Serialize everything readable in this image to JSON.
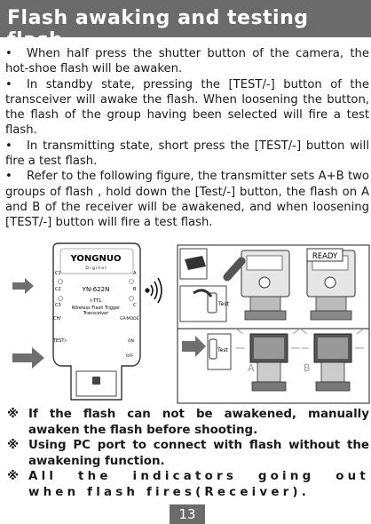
{
  "header": {
    "title": "Flash awaking and testing flash"
  },
  "bullets": [
    {
      "marker": "•",
      "text": "When half press the shutter button of the camera, the hot-shoe flash will be awaken."
    },
    {
      "marker": "•",
      "text": "In standby state, pressing the [TEST/-] button of the transceiver will awake the flash. When loosening the button, the flash of the group having been selected will fire a test flash."
    },
    {
      "marker": "•",
      "text": "In transmitting state, short press the [TEST/-] button will fire a test flash."
    },
    {
      "marker": "•",
      "text": "Refer to the following figure, the transmitter sets A+B two groups of flash , hold down the [Test/-] button, the flash on A and B of the receiver will be awakened, and when loosening [TEST/-] button will fire a test flash."
    }
  ],
  "device": {
    "brand": "YONGNUO",
    "brand_sub": "D i g i t a l",
    "model": "YN-622N",
    "ittl": "I-TTL",
    "desc_line1": "Wireless Flash Trigger",
    "desc_line2": "Transceiver",
    "label_ch": "CH/",
    "label_c2": "C2",
    "label_c3": "C3",
    "label_c1": "C1",
    "label_test": "TEST/-",
    "label_a": "A",
    "label_b": "B",
    "label_c": "C",
    "label_gp": "GP/MODE",
    "label_on": "ON",
    "label_off": "OFF"
  },
  "diagram": {
    "ready": "READY",
    "test1": "Test",
    "test2": "Test",
    "group_a": "A",
    "group_b": "B"
  },
  "notes": [
    {
      "mark": "※",
      "text": "If the flash can not be awakened, manually awaken the flash before shooting."
    },
    {
      "mark": "※",
      "text": "Using PC port to connect with flash without the awakening function."
    },
    {
      "mark": "※",
      "text": "All the indicators going out when flash fires(Receiver)."
    }
  ],
  "page": {
    "number": "13"
  },
  "colors": {
    "header_bg": "#6b6b6b",
    "arrow": "#6f6f6f",
    "device_outline": "#333333",
    "group_label": "#9a9a9a"
  }
}
